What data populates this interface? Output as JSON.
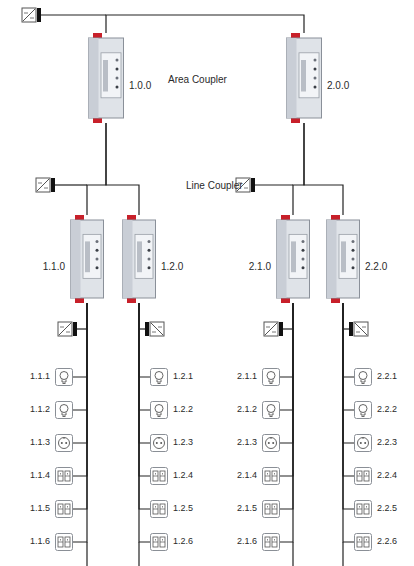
{
  "diagram": {
    "nodes": [
      {
        "text": [
          "1.0.0"
        ]
      },
      {
        "text": [
          "1.1.0"
        ]
      },
      {
        "text": [
          "1.2.0"
        ]
      },
      {
        "text": [
          "1.1.1"
        ]
      },
      {
        "text": [
          "1.1.2"
        ]
      },
      {
        "text": [
          "1.1.3"
        ]
      },
      {
        "text": [
          "1.1.4"
        ]
      },
      {
        "text": [
          "1.1.5"
        ]
      },
      {
        "text": [
          "1.1.6"
        ]
      },
      {
        "text": [
          "1.2.1"
        ]
      },
      {
        "text": [
          "1.2.2"
        ]
      },
      {
        "text": [
          "1.2.3"
        ]
      },
      {
        "text": [
          "1.2.4"
        ]
      },
      {
        "text": [
          "1.2.5"
        ]
      },
      {
        "text": [
          "1.2.6"
        ]
      },
      {
        "text": [
          "2.0.0"
        ]
      },
      {
        "text": [
          "2.1.0"
        ]
      },
      {
        "text": [
          "2.2.0"
        ]
      },
      {
        "text": [
          "2.1.1"
        ]
      },
      {
        "text": [
          "2.1.2"
        ]
      },
      {
        "text": [
          "2.1.3"
        ]
      },
      {
        "text": [
          "2.1.4"
        ]
      },
      {
        "text": [
          "2.1.5"
        ]
      },
      {
        "text": [
          "2.1.6"
        ]
      },
      {
        "text": [
          "2.2.1"
        ]
      },
      {
        "text": [
          "2.2.2"
        ]
      },
      {
        "text": [
          "2.2.3"
        ]
      },
      {
        "text": [
          "2.2.4"
        ]
      },
      {
        "text": [
          "2.2.5"
        ]
      },
      {
        "text": [
          "2.2.6"
        ]
      }
    ],
    "edges": [
      {
        "from": 0,
        "to": 15,
        "arrow": "none"
      },
      {
        "from": 0,
        "to": 1,
        "arrow": "none"
      },
      {
        "from": 0,
        "to": 2,
        "arrow": "none"
      },
      {
        "from": 1,
        "to": 3,
        "arrow": "none"
      },
      {
        "from": 1,
        "to": 4,
        "arrow": "none"
      },
      {
        "from": 1,
        "to": 5,
        "arrow": "none"
      },
      {
        "from": 1,
        "to": 6,
        "arrow": "none"
      },
      {
        "from": 1,
        "to": 7,
        "arrow": "none"
      },
      {
        "from": 1,
        "to": 8,
        "arrow": "none"
      },
      {
        "from": 2,
        "to": 9,
        "arrow": "none"
      },
      {
        "from": 2,
        "to": 10,
        "arrow": "none"
      },
      {
        "from": 2,
        "to": 11,
        "arrow": "none"
      },
      {
        "from": 2,
        "to": 12,
        "arrow": "none"
      },
      {
        "from": 2,
        "to": 13,
        "arrow": "none"
      },
      {
        "from": 2,
        "to": 14,
        "arrow": "none"
      },
      {
        "from": 15,
        "to": 16,
        "arrow": "none"
      },
      {
        "from": 15,
        "to": 17,
        "arrow": "none"
      },
      {
        "from": 16,
        "to": 18,
        "arrow": "none"
      },
      {
        "from": 16,
        "to": 19,
        "arrow": "none"
      },
      {
        "from": 16,
        "to": 20,
        "arrow": "none"
      },
      {
        "from": 16,
        "to": 21,
        "arrow": "none"
      },
      {
        "from": 16,
        "to": 22,
        "arrow": "none"
      },
      {
        "from": 16,
        "to": 23,
        "arrow": "none"
      },
      {
        "from": 17,
        "to": 24,
        "arrow": "none"
      },
      {
        "from": 17,
        "to": 25,
        "arrow": "none"
      },
      {
        "from": 17,
        "to": 26,
        "arrow": "none"
      },
      {
        "from": 17,
        "to": 27,
        "arrow": "none"
      },
      {
        "from": 17,
        "to": 28,
        "arrow": "none"
      },
      {
        "from": 17,
        "to": 29,
        "arrow": "none"
      }
    ],
    "labels": [
      "Area Coupler",
      "Line Coupler"
    ]
  }
}
